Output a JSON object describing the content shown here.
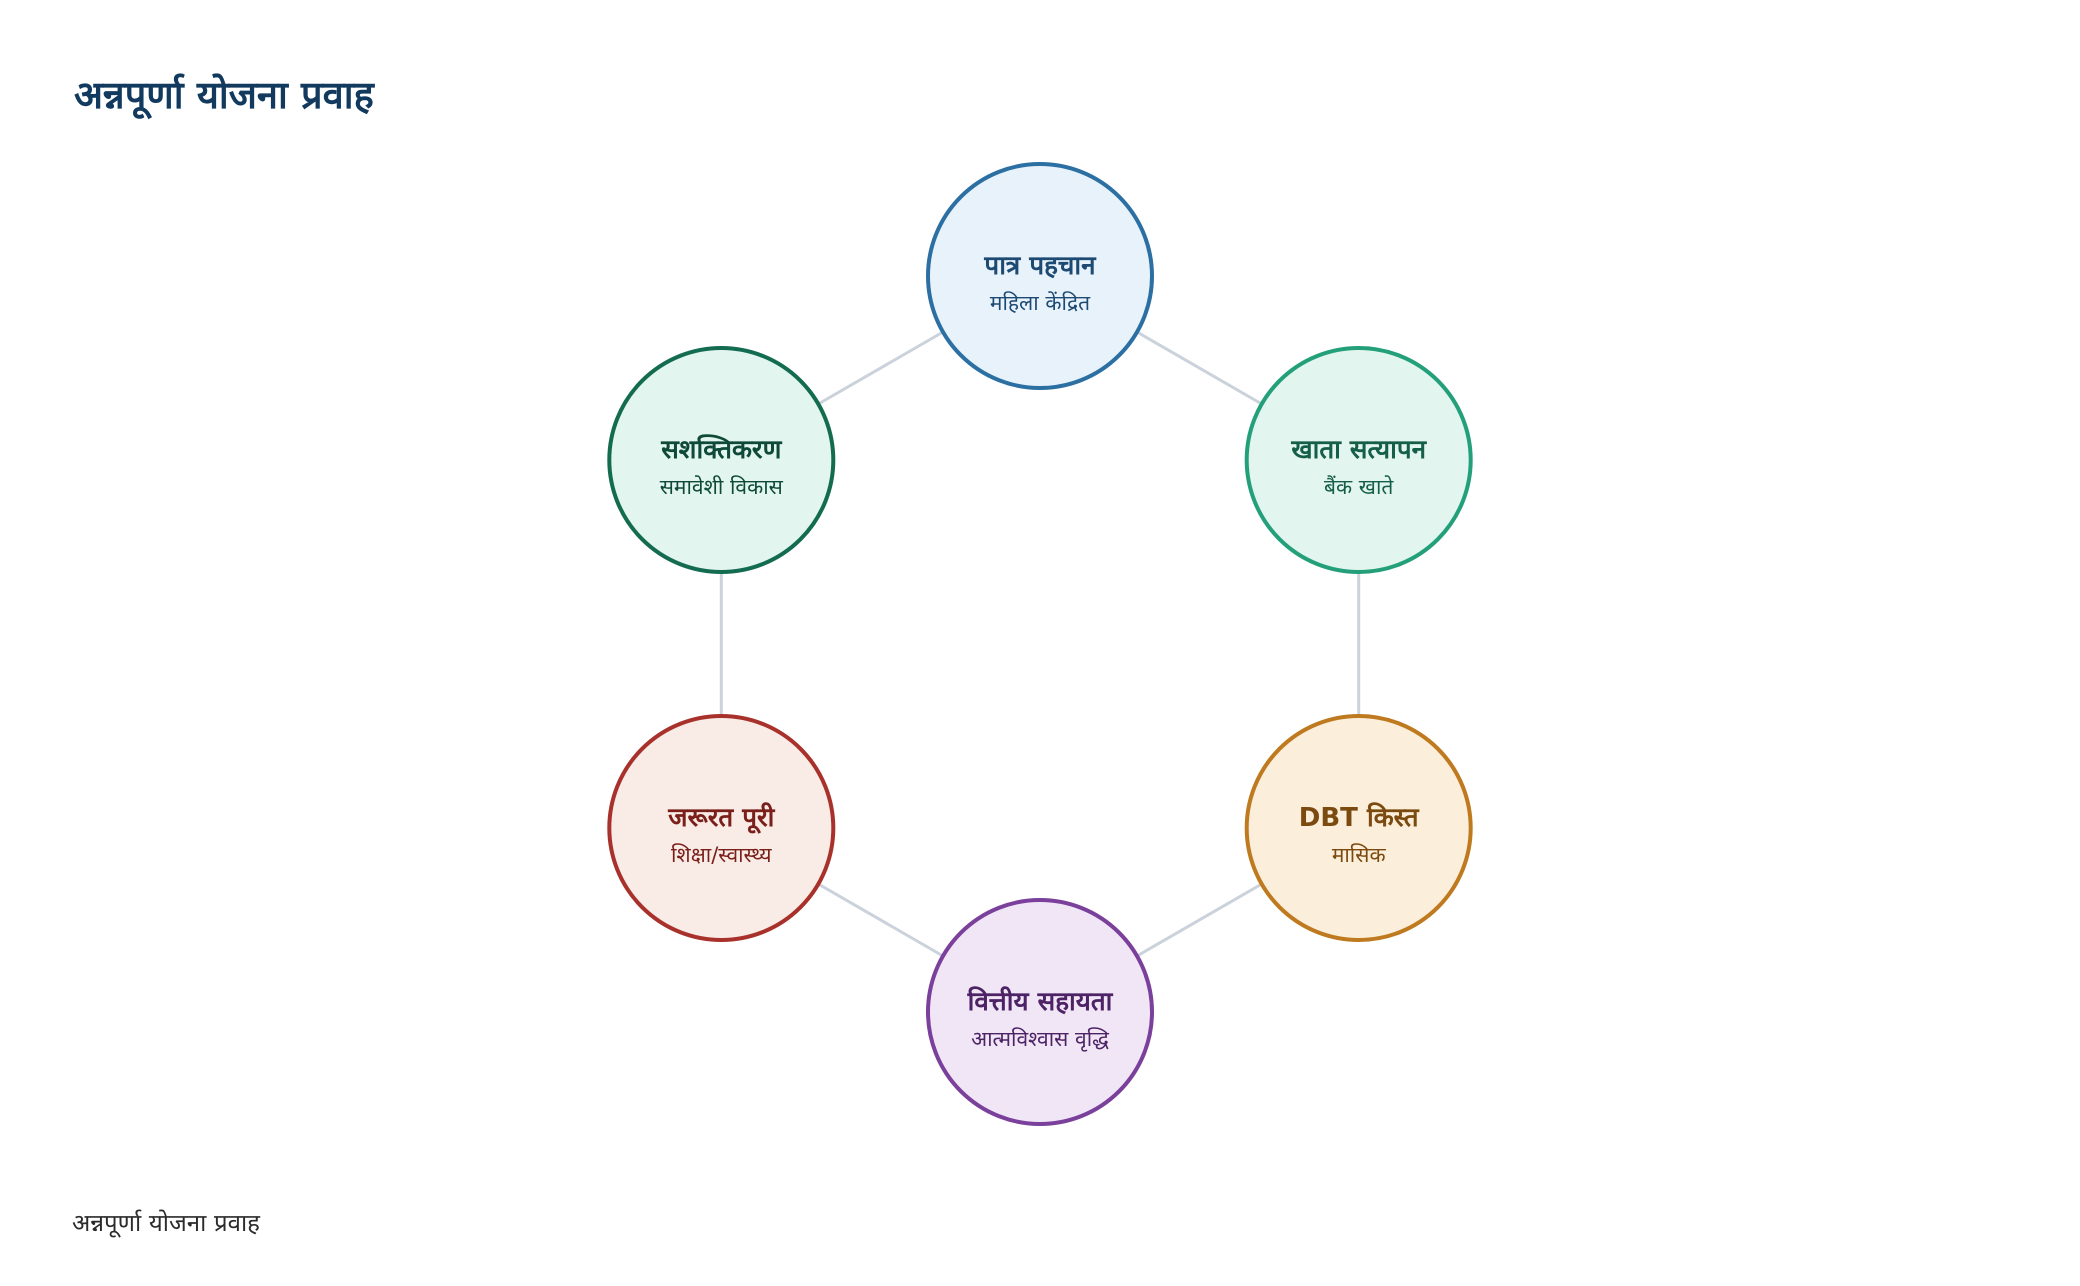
{
  "title": "अन्नपूर्णा योजना प्रवाह",
  "footer": "अन्नपूर्णा योजना प्रवाह",
  "edge_color": "#cbd2dc",
  "nodes": [
    {
      "id": "identify",
      "title": "पात्र पहचान",
      "subtitle": "महिला केंद्रित",
      "stroke": "#2c6fa3",
      "fill": "#e8f2fb",
      "text": "#1d4a73"
    },
    {
      "id": "verify",
      "title": "खाता सत्यापन",
      "subtitle": "बैंक खाते",
      "stroke": "#23a07a",
      "fill": "#e2f5ee",
      "text": "#155e48"
    },
    {
      "id": "dbt",
      "title": "DBT किस्त",
      "subtitle": "मासिक",
      "stroke": "#bf7a1f",
      "fill": "#fbeeda",
      "text": "#7a4a0f"
    },
    {
      "id": "finance",
      "title": "वित्तीय सहायता",
      "subtitle": "आत्मविश्वास वृद्धि",
      "stroke": "#7b3f9c",
      "fill": "#f0e6f6",
      "text": "#4d2366"
    },
    {
      "id": "needs",
      "title": "जरूरत पूरी",
      "subtitle": "शिक्षा/स्वास्थ्य",
      "stroke": "#a8322b",
      "fill": "#f9ebe6",
      "text": "#7a1f1a"
    },
    {
      "id": "empower",
      "title": "सशक्तिकरण",
      "subtitle": "समावेशी विकास",
      "stroke": "#136b50",
      "fill": "#e2f5ee",
      "text": "#0f4a38"
    }
  ]
}
